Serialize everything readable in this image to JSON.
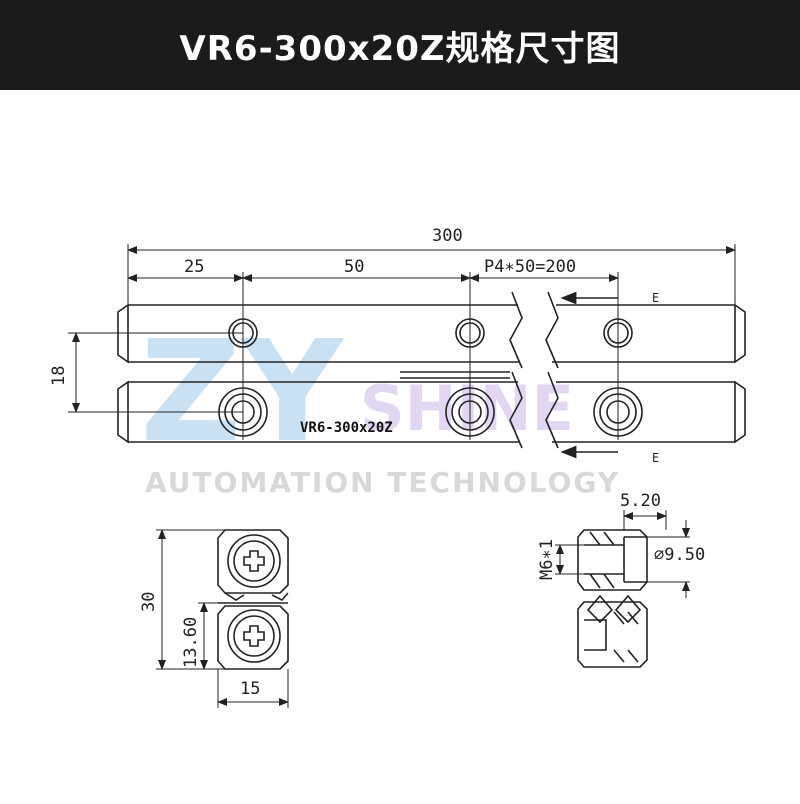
{
  "header": {
    "title": "VR6-300x20Z规格尺寸图"
  },
  "drawing": {
    "model_label": "VR6-300x20Z",
    "dimensions": {
      "total_length": "300",
      "end_offset": "25",
      "first_pitch": "50",
      "pitch_formula": "P4∗50=200",
      "rail_spacing": "18",
      "height": "30",
      "half_height": "13.60",
      "width": "15",
      "counterbore_depth": "5.20",
      "counterbore_dia": "∅9.50",
      "thread": "M6∗1",
      "section_mark": "E"
    }
  },
  "watermark": {
    "logo_big": "ZY",
    "logo_small": "SHINE",
    "tagline": "AUTOMATION TECHNOLOGY"
  }
}
